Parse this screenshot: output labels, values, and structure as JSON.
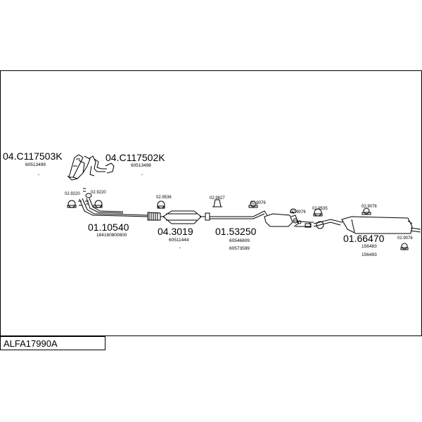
{
  "diagram_code": "ALFA17990A",
  "parts": {
    "manifold_left": {
      "code": "04.C117503K",
      "ref": "60513499"
    },
    "manifold_right": {
      "code": "04.C117502K",
      "ref": "60513498"
    },
    "front_pipe": {
      "code": "01.10540",
      "ref": "164160800600"
    },
    "catalyst": {
      "code": "04.3019",
      "ref": "60511444"
    },
    "middle_silencer": {
      "code": "01.53250",
      "ref1": "60546809",
      "ref2": "60573599"
    },
    "rear_silencer": {
      "code": "01.66470",
      "ref1": "156483",
      "ref2": "156493"
    }
  },
  "fittings": {
    "f1": "02.9220",
    "f2": "02.9220",
    "f3": "02.9536",
    "f4": "02.9827",
    "f5": "02.9076",
    "f6": "02.9076",
    "f7": "02.9535",
    "f8": "02.9076",
    "f9": "02.9076"
  }
}
